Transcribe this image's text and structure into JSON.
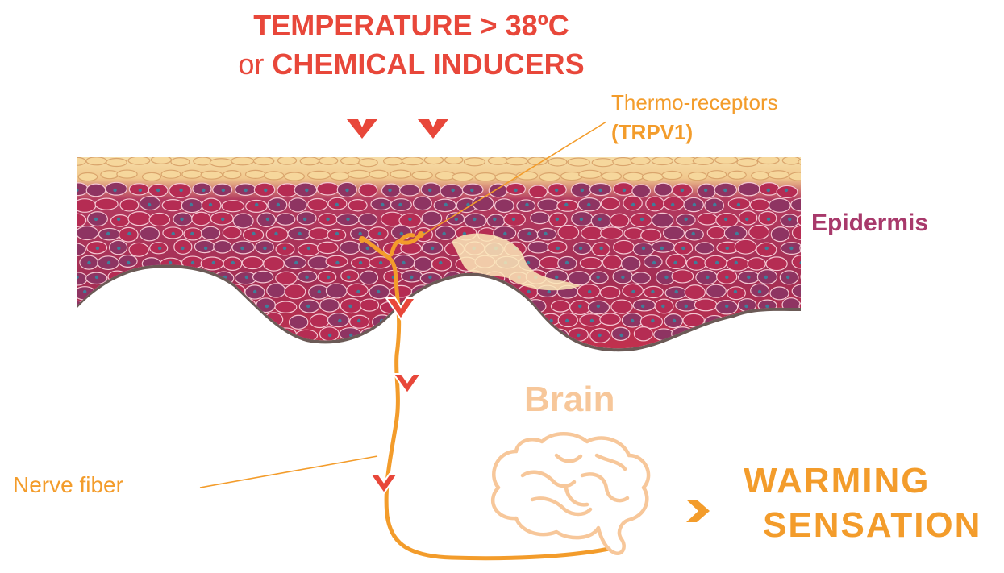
{
  "stimulus": {
    "line1": "TEMPERATURE > 38ºC",
    "line2_prefix": "or ",
    "line2_main": "CHEMICAL INDUCERS"
  },
  "receptor": {
    "label": "Thermo-receptors",
    "sublabel": "(TRPV1)"
  },
  "tissue": {
    "label": "Epidermis"
  },
  "brain": {
    "label": "Brain"
  },
  "nerve": {
    "label": "Nerve fiber"
  },
  "effect": {
    "line1": "WARMING",
    "line2": "SENSATION"
  },
  "colors": {
    "stimulus_red": "#e8473a",
    "orange": "#f39c2b",
    "brain_light": "#f7c79a",
    "epidermis_text": "#a8396b",
    "tissue_dark": "#b52c53",
    "tissue_cell": "#8e3462",
    "tissue_top": "#f3d79a",
    "nucleus": "#3f7e9a"
  }
}
